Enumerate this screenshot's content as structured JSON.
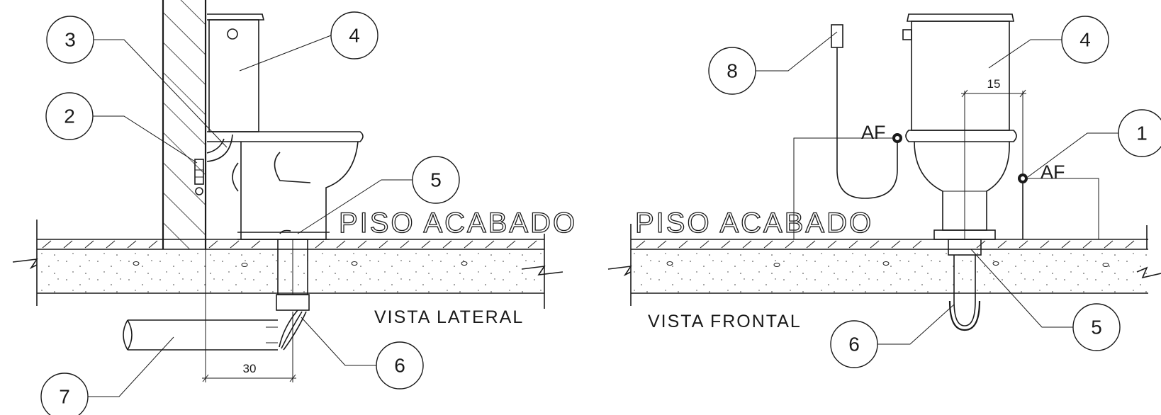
{
  "labels": {
    "piso_lateral": "PISO ACABADO",
    "piso_frontal": "PISO ACABADO",
    "vista_lateral": "VISTA LATERAL",
    "vista_frontal": "VISTA FRONTAL",
    "af_left": "AF",
    "af_right": "AF",
    "dim_30": "30",
    "dim_15": "15"
  },
  "callouts_lateral": [
    "3",
    "4",
    "2",
    "5",
    "6",
    "7"
  ],
  "callouts_frontal": [
    "8",
    "4",
    "1",
    "5",
    "6"
  ]
}
